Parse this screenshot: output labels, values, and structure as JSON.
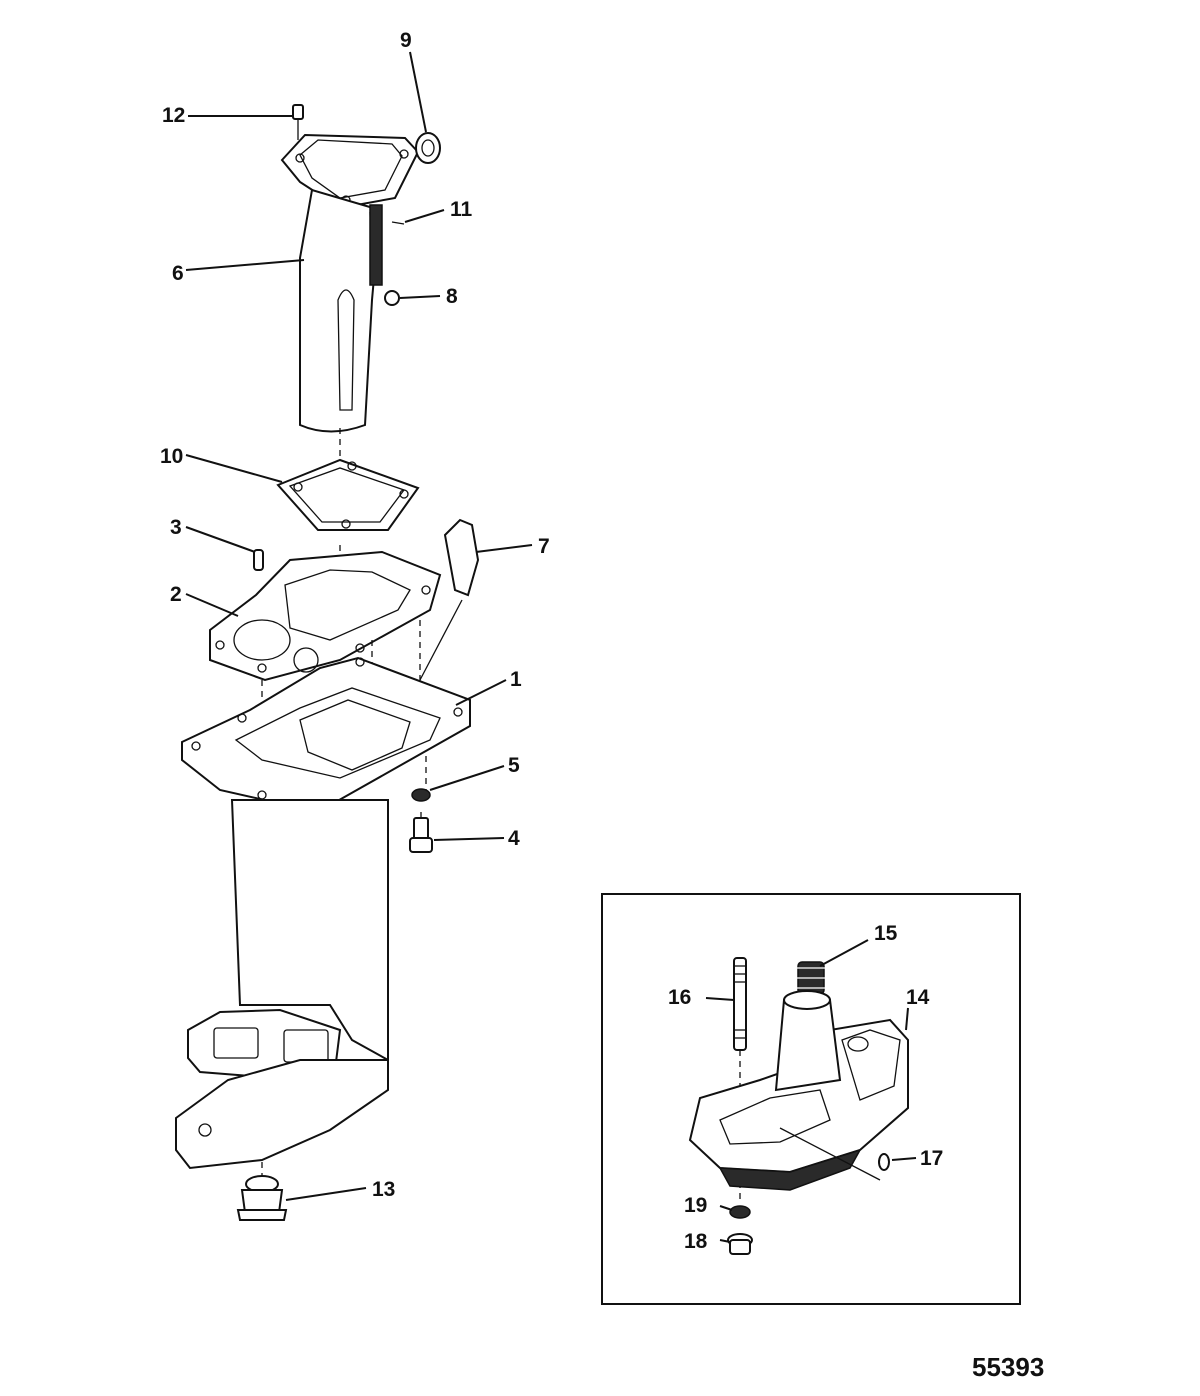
{
  "figure_number": "55393",
  "callouts": [
    "1",
    "2",
    "3",
    "4",
    "5",
    "6",
    "7",
    "8",
    "9",
    "10",
    "11",
    "12",
    "13",
    "14",
    "15",
    "16",
    "17",
    "18",
    "19"
  ],
  "inset": {
    "callouts": [
      "14",
      "15",
      "16",
      "17",
      "18",
      "19"
    ]
  }
}
